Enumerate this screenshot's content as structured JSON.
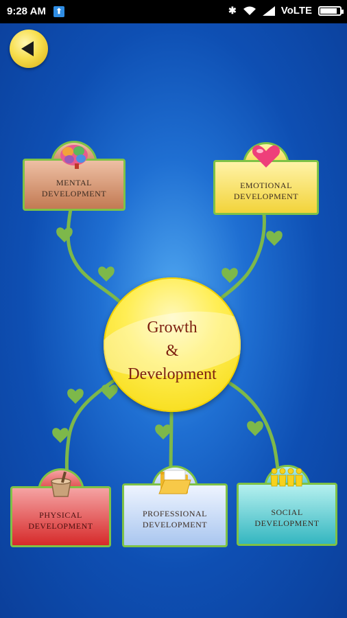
{
  "status_bar": {
    "time": "9:28 AM",
    "network": "VoLTE",
    "battery_level": 0.85
  },
  "center": {
    "line1": "Growth",
    "line2": "&",
    "line3": "Development"
  },
  "cards": {
    "mental": {
      "line1": "MENTAL",
      "line2": "DEVELOPMENT",
      "icon": "brain-icon"
    },
    "emotional": {
      "line1": "EMOTIONAL",
      "line2": "DEVELOPMENT",
      "icon": "heart-icon"
    },
    "physical": {
      "line1": "PHYSICAL",
      "line2": "DEVELOPMENT",
      "icon": "bucket-icon"
    },
    "professional": {
      "line1": "PROFESSIONAL",
      "line2": "DEVELOPMENT",
      "icon": "folder-icon"
    },
    "social": {
      "line1": "SOCIAL",
      "line2": "DEVELOPMENT",
      "icon": "people-icon"
    }
  },
  "colors": {
    "vine": "#7db84a",
    "center_text": "#7c1f10",
    "background": "#0e4fb3"
  }
}
